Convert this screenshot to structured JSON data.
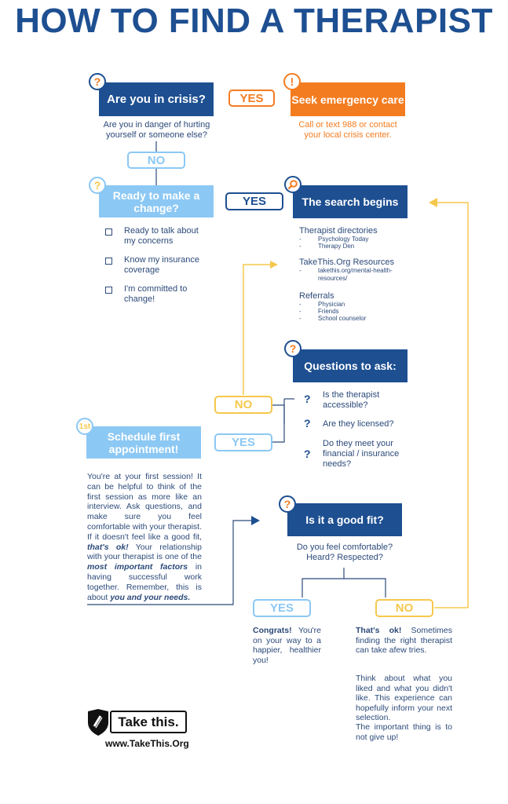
{
  "title": "HOW TO FIND A THERAPIST",
  "crisis": {
    "question": "Are you in crisis?",
    "sub": "Are you in danger of hurting yourself or someone else?",
    "yes": "YES",
    "no": "NO",
    "emergency_title": "Seek emergency care",
    "emergency_sub": "Call or text 988 or contact your local crisis center."
  },
  "ready": {
    "question": "Ready to make a change?",
    "yes": "YES",
    "checklist": [
      "Ready to talk about my concerns",
      "Know my insurance coverage",
      "I'm committed to change!"
    ]
  },
  "search": {
    "title": "The search begins",
    "sections": [
      {
        "heading": "Therapist directories",
        "items": [
          "Psychology Today",
          "Therapy Den"
        ]
      },
      {
        "heading": "TakeThis.Org Resources",
        "items": [
          "takethis.org/mental-health-resources/"
        ]
      },
      {
        "heading": "Referrals",
        "items": [
          "Physician",
          "Friends",
          "School counselor"
        ]
      }
    ]
  },
  "questions": {
    "title": "Questions to ask:",
    "items": [
      "Is the therapist accessible?",
      "Are they licensed?",
      "Do they meet your financial / insurance needs?"
    ],
    "no": "NO",
    "yes": "YES"
  },
  "schedule": {
    "badge": "1st",
    "title": "Schedule first appointment!",
    "p1": "You're at your first session! It can be helpful to think of the first session as more like an interview. Ask questions, and make sure you feel comfortable with your therapist. If it doesn't feel like a good fit,",
    "p1_em": "that's ok!",
    "p2": "Your relationship with your therapist is one of the",
    "p2_em": "most important factors",
    "p3": "in having successful work together. Remember, this is about",
    "p3_em": "you and your needs."
  },
  "fit": {
    "title": "Is it a good fit?",
    "sub": "Do you feel comfortable? Heard? Respected?",
    "yes": "YES",
    "no": "NO",
    "yes_em": "Congrats!",
    "yes_text": "You're on your way to a happier, healthier you!",
    "no_em": "That's ok!",
    "no_text": "Sometimes finding the right therapist can take afew tries.",
    "no_text2": "Think about what you liked and what you didn't like. This experience can hopefully inform your next selection.",
    "no_text3": "The important thing is to not give up!"
  },
  "footer": {
    "logo_text": "Take this.",
    "url": "www.TakeThis.Org"
  },
  "colors": {
    "navy": "#1d4f91",
    "orange": "#f47c20",
    "light_blue": "#8cc8f4",
    "yellow": "#f5c84c"
  },
  "icons": [
    "question-icon",
    "exclamation-icon",
    "magnifier-icon",
    "shield-logo-icon"
  ]
}
